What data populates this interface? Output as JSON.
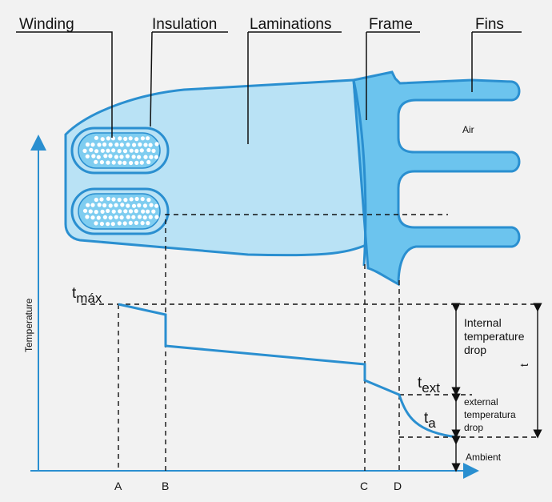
{
  "labels": {
    "winding": "Winding",
    "insulation": "Insulation",
    "laminations": "Laminations",
    "frame": "Frame",
    "fins": "Fins",
    "air": "Air",
    "y_axis": "Temperature",
    "t_max_base": "t",
    "t_max_sub": "máx",
    "t_ext_base": "t",
    "t_ext_sub": "ext",
    "t_a_base": "t",
    "t_a_sub": "a",
    "t_total": "t",
    "internal_drop": [
      "Internal",
      "temperature",
      "drop"
    ],
    "external_drop": [
      "external",
      "temperatura",
      "drop"
    ],
    "ambient": "Ambient",
    "points": [
      "A",
      "B",
      "C",
      "D"
    ]
  },
  "colors": {
    "outline": "#2a8fd0",
    "laminations_fill": "#b9e2f5",
    "frame_fill": "#6cc4ee",
    "slot_fill": "#7fcdf0",
    "axis": "#2a8fd0",
    "curve": "#2a8fd0",
    "dashed": "#111111"
  }
}
